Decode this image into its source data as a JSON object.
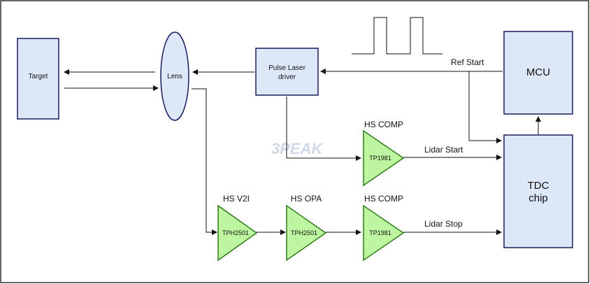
{
  "blocks": {
    "target": "Target",
    "lens": "Lens",
    "laser_driver_line1": "Pulse Laser",
    "laser_driver_line2": "driver",
    "mcu": "MCU",
    "tdc_line1": "TDC",
    "tdc_line2": "chip"
  },
  "amplifiers": {
    "comp_start": {
      "title": "HS COMP",
      "part": "TP1981"
    },
    "v2i": {
      "title": "HS V2I",
      "part": "TPH2501"
    },
    "opa": {
      "title": "HS OPA",
      "part": "TPH2501"
    },
    "comp_stop": {
      "title": "HS COMP",
      "part": "TP1981"
    }
  },
  "signals": {
    "ref_start": "Ref Start",
    "lidar_start": "Lidar Start",
    "lidar_stop": "Lidar Stop"
  },
  "watermark": "3PEAK",
  "colors": {
    "block_fill": "#dce8f8",
    "block_stroke": "#1a1a5e",
    "amp_fill": "#bdf5a0",
    "amp_stroke": "#2e7d1a",
    "line": "#111111"
  }
}
